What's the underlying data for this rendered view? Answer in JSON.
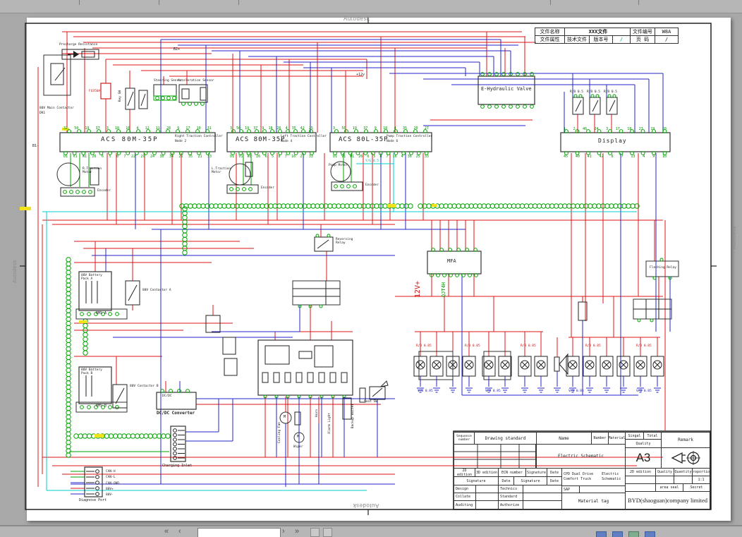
{
  "window": {
    "brand_watermark": "Autodesk"
  },
  "title_block_top": {
    "file_name_label": "文件名称",
    "file_name_value": "XXX文件",
    "file_no_label": "文件编号",
    "file_no_value": "W8A",
    "file_attr_label": "文件属性",
    "file_attr_value": "技术文件",
    "version_label": "版本号",
    "version_value": "/",
    "page_label": "页 码",
    "page_value": "/"
  },
  "title_block_bottom": {
    "sequence_number": "Sequence number",
    "drawing_standard": "Drawing standard",
    "name": "Name",
    "number": "Number",
    "material": "Material",
    "singal": "Singal",
    "total": "Total",
    "quality": "Quality",
    "remark": "Remark",
    "sheet_size": "A3",
    "edition_2d": "2D edition",
    "edition_3d": "3D edition",
    "ecn_number": "ECN number",
    "signature": "Signature",
    "date": "Date",
    "quality2": "Quality",
    "quantity": "Quantity",
    "proportion": "Proportion",
    "ratio": "1:1",
    "area_seal": "area seal",
    "secret": "Secret",
    "schematic_name": "Electric Schematic",
    "product_name_line1": "CPD Dual Drive Comfort Truck",
    "product_name_line2": "Electric Schematic",
    "design": "Design",
    "technics": "Technics",
    "collate": "Collate",
    "standard": "Standard",
    "auditing": "Auditing",
    "authorize": "Authorize",
    "sap": "SAP",
    "material_tag": "Material tag",
    "company": "BYD(shaoguan)company limited"
  },
  "controllers": [
    {
      "name": "ACS 80M-35P",
      "subtitle": "Right Traction Controller",
      "node": "Node 2",
      "pins_top": [
        "32",
        "50",
        "19",
        "37",
        "3",
        "18",
        "16",
        "4",
        "12",
        "11",
        "28",
        "9",
        "17",
        "10",
        "31"
      ],
      "pins_bottom": [
        "U1",
        "V1",
        "W1",
        "26",
        "6",
        "5",
        "8",
        "7",
        "22",
        "29",
        "24",
        "30",
        "34",
        "25",
        "35",
        "21",
        "33"
      ]
    },
    {
      "name": "ACS 80M-35P",
      "subtitle": "Left Traction Controller",
      "node": "Node 4",
      "pins_top": [
        "3",
        "50",
        "19",
        "37",
        "9",
        "18",
        "26",
        "4",
        "35",
        "42",
        "25"
      ],
      "pins_bottom": [
        "U1",
        "V1",
        "W1",
        "26",
        "6",
        "5",
        "8",
        "7",
        "16",
        "21",
        "33"
      ]
    },
    {
      "name": "ACS 80L-35P",
      "subtitle": "Pump Traction Controller",
      "node": "Node 6",
      "pins_top": [
        "3",
        "50",
        "19",
        "37",
        "9",
        "18",
        "4",
        "35",
        "20",
        "27"
      ],
      "pins_bottom": [
        "U1",
        "V1",
        "W1",
        "26",
        "6",
        "5",
        "8",
        "7",
        "16",
        "4",
        "36",
        "25",
        "33"
      ]
    }
  ],
  "blocks": {
    "e_valve": "E-Hydraulic Valve",
    "display": "Display",
    "display_pins_top": [
      "1",
      "2",
      "46",
      "24",
      "3",
      "17",
      "18",
      "23",
      "19",
      "20"
    ],
    "display_pins_bottom": [
      "45",
      "40",
      "41",
      "42",
      "6",
      "7",
      "13",
      "4",
      "9",
      "10"
    ],
    "mfa": "MFA",
    "reversing_relay": "Reversing Relay",
    "flashing_relay": "Flashing Relay",
    "main_contactor": "80V Main Contactor",
    "main_contactor_id": "DK1",
    "precharge": "Precharge Resistance",
    "fuse_main": "FU350A",
    "key_sw": "Key SW",
    "steering_sensor": "Steering Sensor",
    "accel_sensor": "Acceleration Sensor",
    "motor_r": "R.Traction Motor",
    "motor_l": "L.Traction Motor",
    "motor_pump": "Pump Motor",
    "encoder": "Encoder",
    "motor_m": "M",
    "battery_a": "80V Battery Pack A",
    "battery_b": "80V Battery Pack B",
    "bms_a": "BMS A",
    "bms_b": "BMS B",
    "contactor_a": "80V Contactor A",
    "contactor_b": "80V Contactor B",
    "dcdc_small": "DC/DC",
    "dcdc": "DC/DC Converter",
    "charging_inlet": "Charging Inlet",
    "diagnose_port": "Diagnose Port",
    "diagnose_pins": [
      "CAN-H",
      "CAN-L",
      "CAN-GND",
      "80V+",
      "80V-"
    ],
    "cooling_fan": "Cooling Fan",
    "wiper": "Wiper",
    "horn": "Horn",
    "alarm_light": "Alarm Light",
    "backup_buzzer": "Backup Buzzer",
    "seat_sw": "Seat SW"
  },
  "net_labels": {
    "b1_minus": "B1-",
    "b2_plus": "B2+",
    "plus12v": "+12v",
    "v12_plus": "12V+",
    "conn": "QJT4H",
    "yg05": "Y/G 0.5",
    "rb085": "R/B 0.85",
    "vb085": "V/B 0.85",
    "rb05": "R/B 0.5"
  }
}
